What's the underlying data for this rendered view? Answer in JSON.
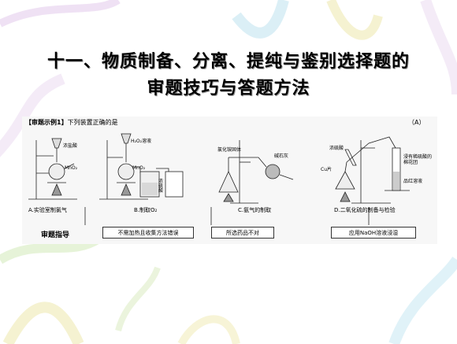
{
  "title": {
    "line1": "十一、物质制备、分离、提纯与鉴别选择题的",
    "line2": "审题技巧与答题方法"
  },
  "example": {
    "tag": "【审题示例1】",
    "question": "下列装置正确的是",
    "answer": "（A）"
  },
  "apparatus": {
    "a_labels": [
      "浓盐酸",
      "MnO₂"
    ],
    "a_caption": "A.实验室制氯气",
    "b_labels": [
      "H₂O₂溶液",
      "MnO₂",
      "浓硫酸"
    ],
    "b_caption": "B.制取O₂",
    "c_labels": [
      "氯化铵固体",
      "碱石灰"
    ],
    "c_caption": "C.氨气的制取",
    "d_labels": [
      "浓硫酸",
      "Cu片",
      "浸有稀硫酸的棉花团",
      "品红溶液"
    ],
    "d_caption": "D.二氧化硫的制备与检验"
  },
  "guide": {
    "label": "审题指导",
    "items": [
      "不需加热且收集方法错误",
      "所选药品不对",
      "应用NaOH溶液浸湿"
    ]
  }
}
